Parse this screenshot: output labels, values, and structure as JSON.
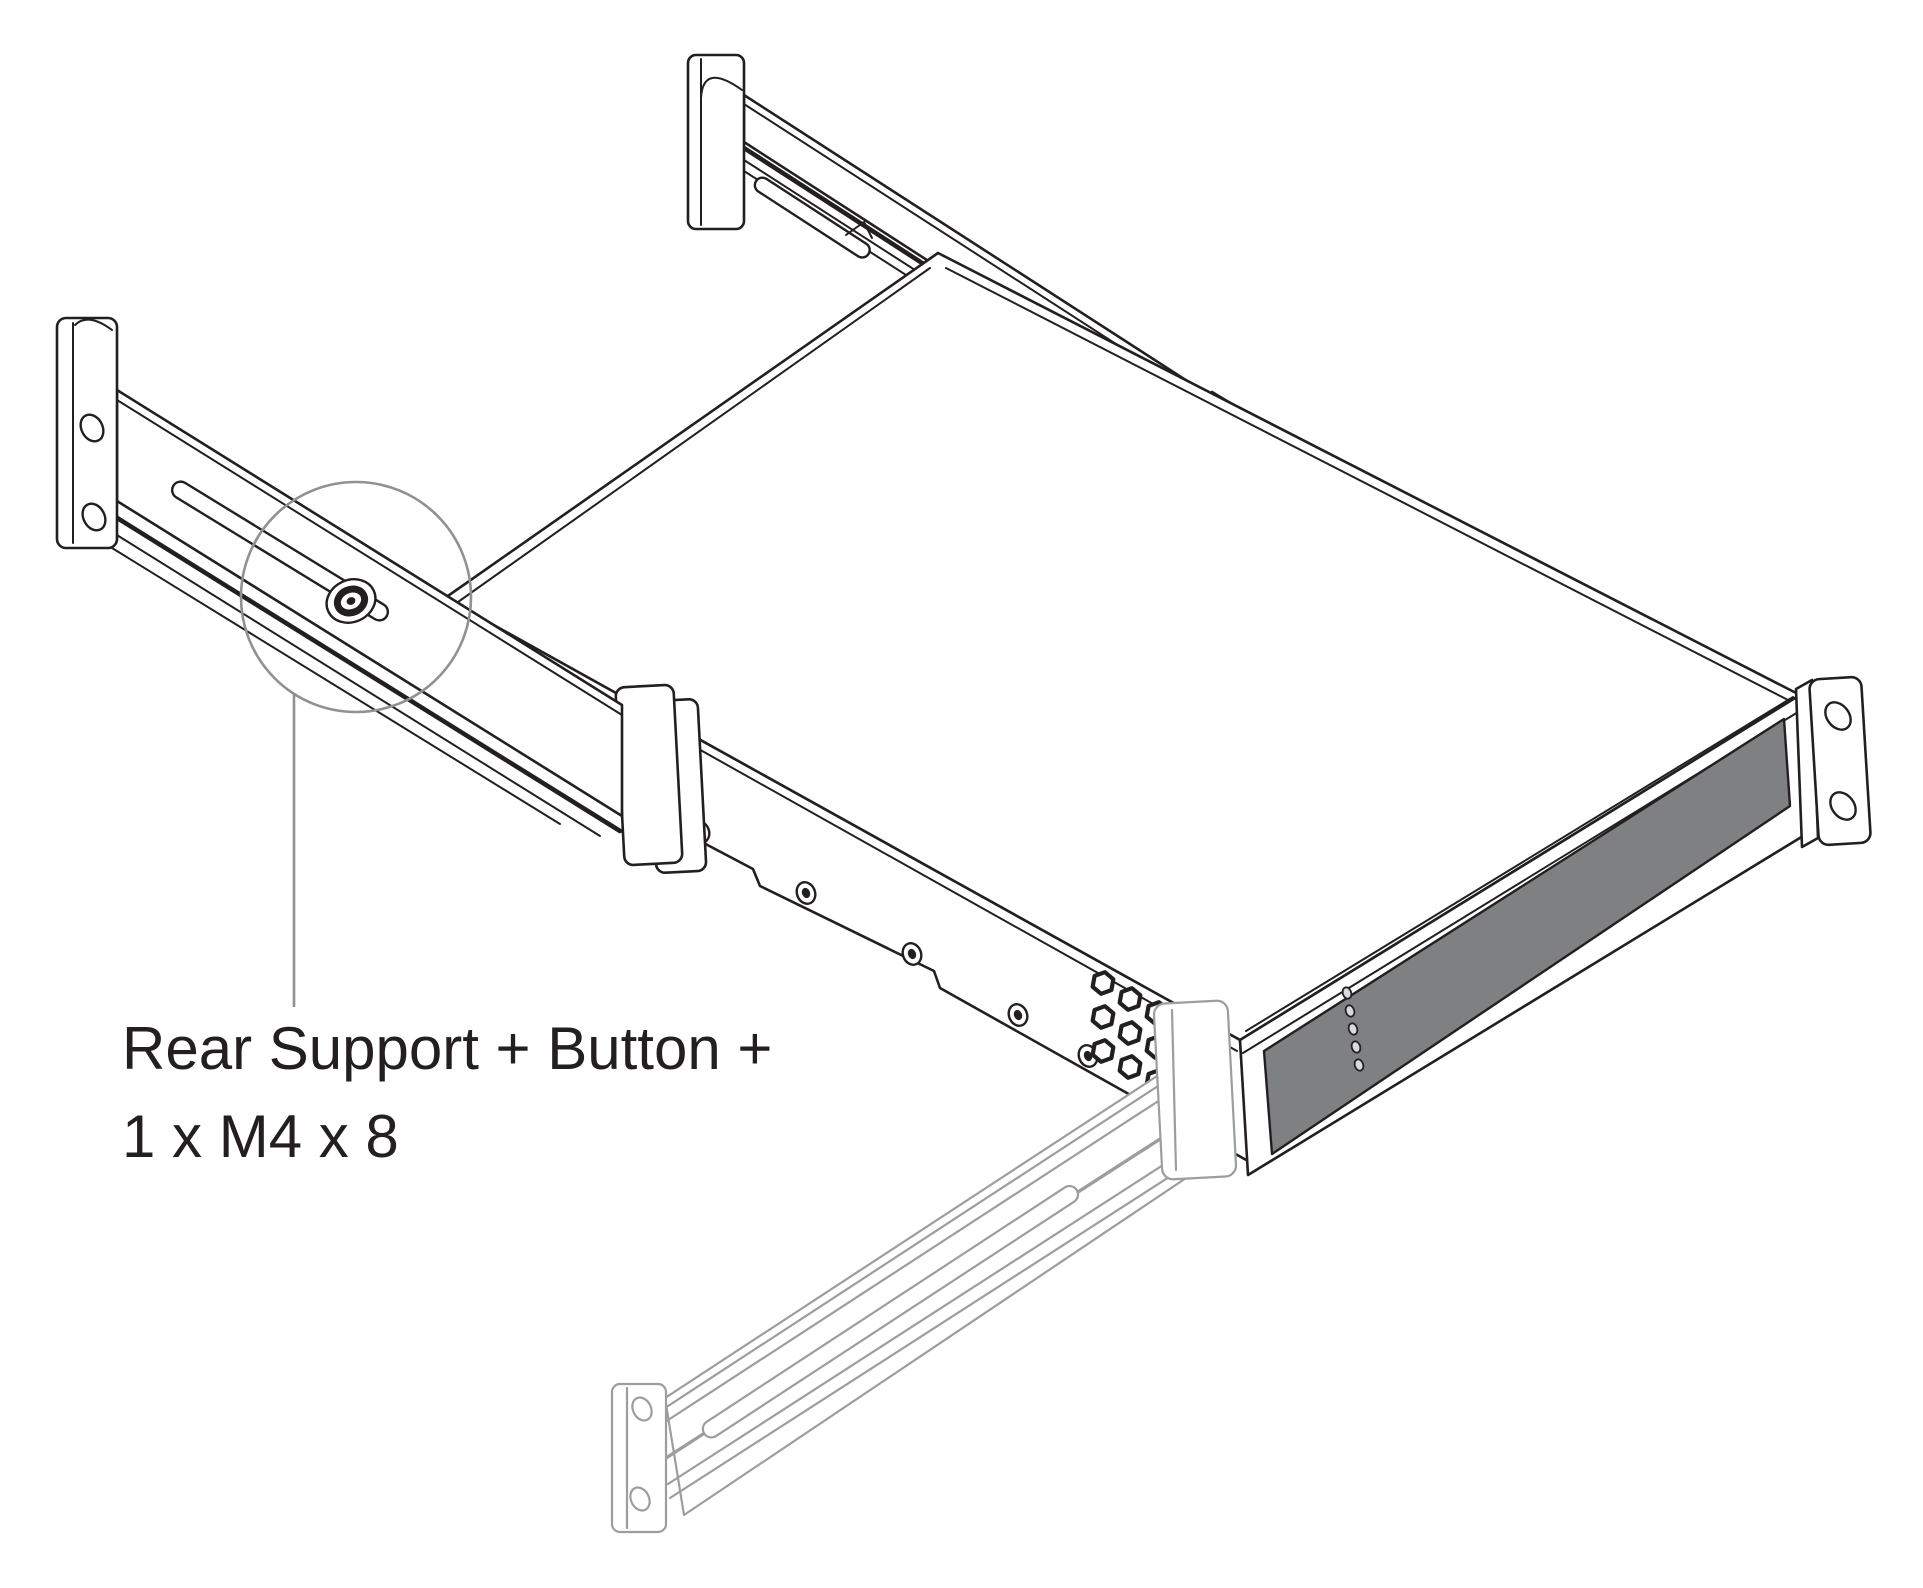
{
  "diagram": {
    "callout_label": {
      "line1": "Rear Support + Button +",
      "line2": "1 x M4 x 8"
    },
    "colors": {
      "line": "#231f20",
      "gray": "#9b9da0",
      "panel": "#7e8081",
      "callout": "#8f9193",
      "text": "#231f20",
      "bg": "#ffffff",
      "led": "#d8dadb"
    },
    "parts": [
      "rack-unit-chassis",
      "chassis-top-face",
      "chassis-left-side",
      "side-screw-holes",
      "hex-vent",
      "front-panel",
      "front-panel-display",
      "front-panel-leds",
      "rack-ear-right",
      "rear-support-rail-top",
      "rear-support-bracket-left",
      "button-screw",
      "callout-circle",
      "rear-support-rail-bottom"
    ]
  }
}
